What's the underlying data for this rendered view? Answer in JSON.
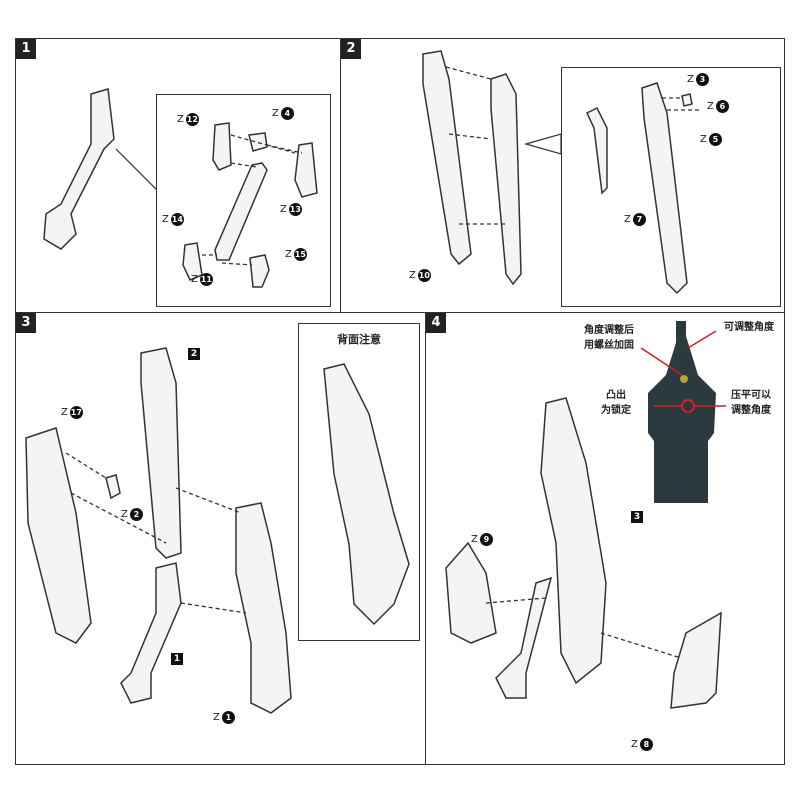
{
  "steps": [
    {
      "number": "1",
      "parts": [
        {
          "prefix": "Z",
          "num": "12"
        },
        {
          "prefix": "Z",
          "num": "4"
        },
        {
          "prefix": "Z",
          "num": "13"
        },
        {
          "prefix": "Z",
          "num": "14"
        },
        {
          "prefix": "Z",
          "num": "11"
        },
        {
          "prefix": "Z",
          "num": "15"
        }
      ]
    },
    {
      "number": "2",
      "parts": [
        {
          "prefix": "Z",
          "num": "10"
        },
        {
          "prefix": "Z",
          "num": "3"
        },
        {
          "prefix": "Z",
          "num": "6"
        },
        {
          "prefix": "Z",
          "num": "5"
        },
        {
          "prefix": "Z",
          "num": "7"
        }
      ]
    },
    {
      "number": "3",
      "parts": [
        {
          "prefix": "Z",
          "num": "17"
        },
        {
          "prefix": "Z",
          "num": "2"
        },
        {
          "prefix": "Z",
          "num": "1"
        }
      ],
      "refs": [
        "2",
        "1"
      ],
      "inset_title": "背面注意"
    },
    {
      "number": "4",
      "parts": [
        {
          "prefix": "Z",
          "num": "9"
        },
        {
          "prefix": "Z",
          "num": "8"
        }
      ],
      "refs": [
        "3"
      ],
      "notes": {
        "tighten": "角度调整后\n用螺丝加固",
        "adjustable": "可调整角度",
        "lock": "凸出\n为锁定",
        "press": "压平可以\n调整角度"
      }
    }
  ],
  "colors": {
    "photo_part": "#2b3a3f",
    "callout_line": "#d21f26"
  }
}
